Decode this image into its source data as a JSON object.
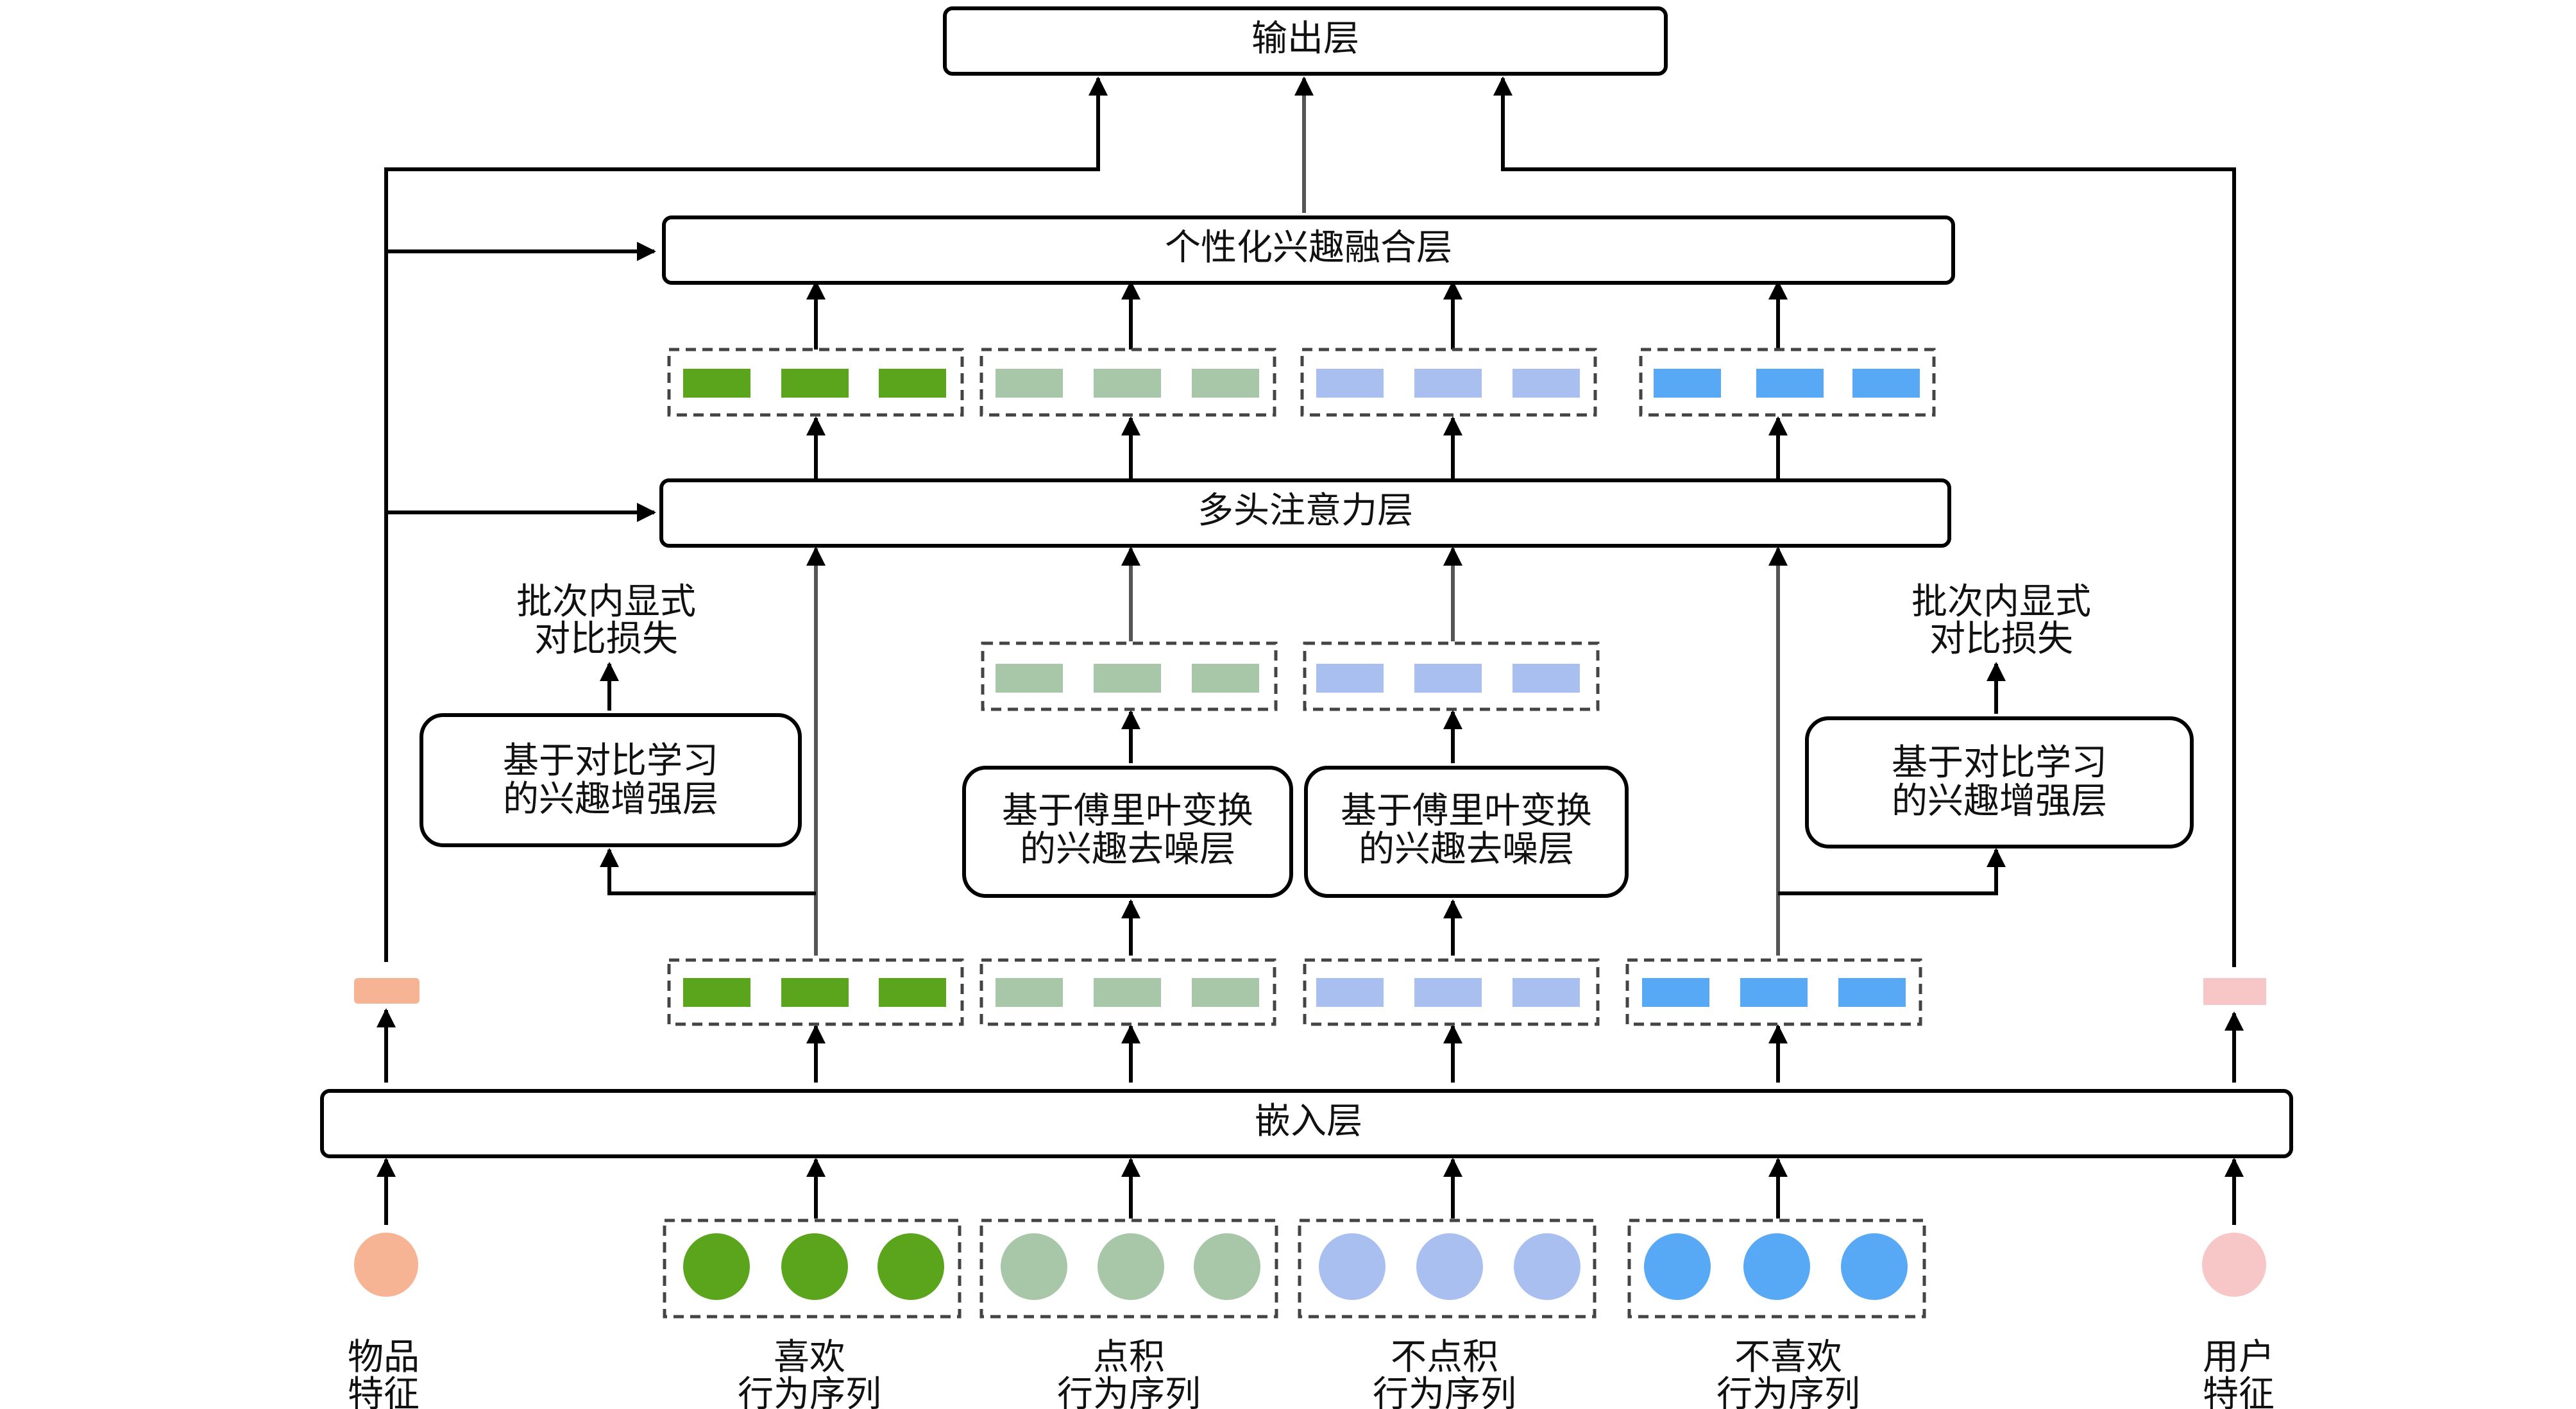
{
  "layers": {
    "output": "输出层",
    "fusion": "个性化兴趣融合层",
    "attention": "多头注意力层",
    "embedding": "嵌入层"
  },
  "modules": {
    "contrast_left": [
      "基于对比学习",
      "的兴趣增强层"
    ],
    "contrast_right": [
      "基于对比学习",
      "的兴趣增强层"
    ],
    "fourier_1": [
      "基于傅里叶变换",
      "的兴趣去噪层"
    ],
    "fourier_2": [
      "基于傅里叶变换",
      "的兴趣去噪层"
    ]
  },
  "losses": {
    "left": [
      "批次内显式",
      "对比损失"
    ],
    "right": [
      "批次内显式",
      "对比损失"
    ]
  },
  "inputs": {
    "item": [
      "物品",
      "特征"
    ],
    "like": [
      "喜欢",
      "行为序列"
    ],
    "click": [
      "点积",
      "行为序列"
    ],
    "no_click": [
      "不点积",
      "行为序列"
    ],
    "dislike": [
      "不喜欢",
      "行为序列"
    ],
    "user": [
      "用户",
      "特征"
    ]
  },
  "colors": {
    "like": "#5aa51c",
    "click": "#a8c6a8",
    "no_click": "#a9bff0",
    "dislike": "#58a9f5",
    "item": "#f7b495",
    "user": "#f7c6c6"
  }
}
